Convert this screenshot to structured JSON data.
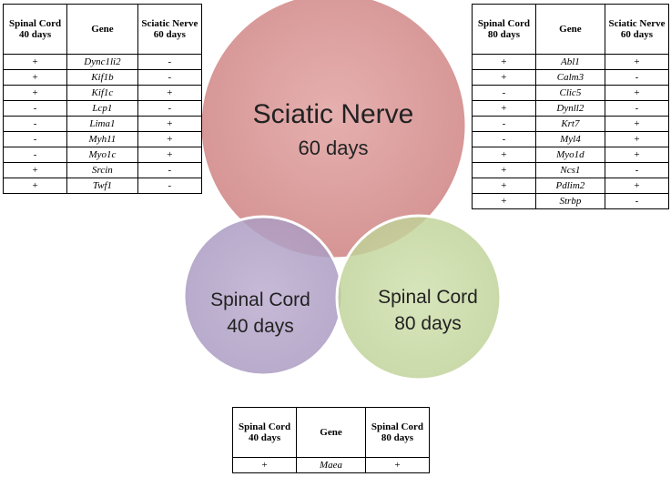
{
  "venn": {
    "circles": [
      {
        "id": "sciatic",
        "label_line1": "Sciatic Nerve",
        "label_line2": "60 days",
        "fill": "#d99594"
      },
      {
        "id": "sc40",
        "label_line1": "Spinal Cord",
        "label_line2": "40 days",
        "fill": "#b3a2c7"
      },
      {
        "id": "sc80",
        "label_line1": "Spinal Cord",
        "label_line2": "80 days",
        "fill": "#c4d79b"
      }
    ]
  },
  "tables": {
    "left": {
      "headers": [
        "Spinal Cord 40 days",
        "Gene",
        "Sciatic Nerve 60 days"
      ],
      "rows": [
        [
          "+",
          "Dync1li2",
          "-"
        ],
        [
          "+",
          "Kif1b",
          "-"
        ],
        [
          "+",
          "Kif1c",
          "+"
        ],
        [
          "-",
          "Lcp1",
          "-"
        ],
        [
          "-",
          "Lima1",
          "+"
        ],
        [
          "-",
          "Myh11",
          "+"
        ],
        [
          "-",
          "Myo1c",
          "+"
        ],
        [
          "+",
          "Srcin",
          "-"
        ],
        [
          "+",
          "Twf1",
          "-"
        ]
      ]
    },
    "right": {
      "headers": [
        "Spinal Cord 80 days",
        "Gene",
        "Sciatic Nerve 60 days"
      ],
      "rows": [
        [
          "+",
          "Abl1",
          "+"
        ],
        [
          "+",
          "Calm3",
          "-"
        ],
        [
          "-",
          "Clic5",
          "+"
        ],
        [
          "+",
          "Dynll2",
          "-"
        ],
        [
          "-",
          "Krt7",
          "+"
        ],
        [
          "-",
          "Myl4",
          "+"
        ],
        [
          "+",
          "Myo1d",
          "+"
        ],
        [
          "+",
          "Ncs1",
          "-"
        ],
        [
          "+",
          "Pdlim2",
          "+"
        ],
        [
          "+",
          "Strbp",
          "-"
        ]
      ]
    },
    "bottom": {
      "headers": [
        "Spinal Cord 40 days",
        "Gene",
        "Spinal Cord 80 days"
      ],
      "rows": [
        [
          "+",
          "Maea",
          "+"
        ]
      ]
    }
  }
}
